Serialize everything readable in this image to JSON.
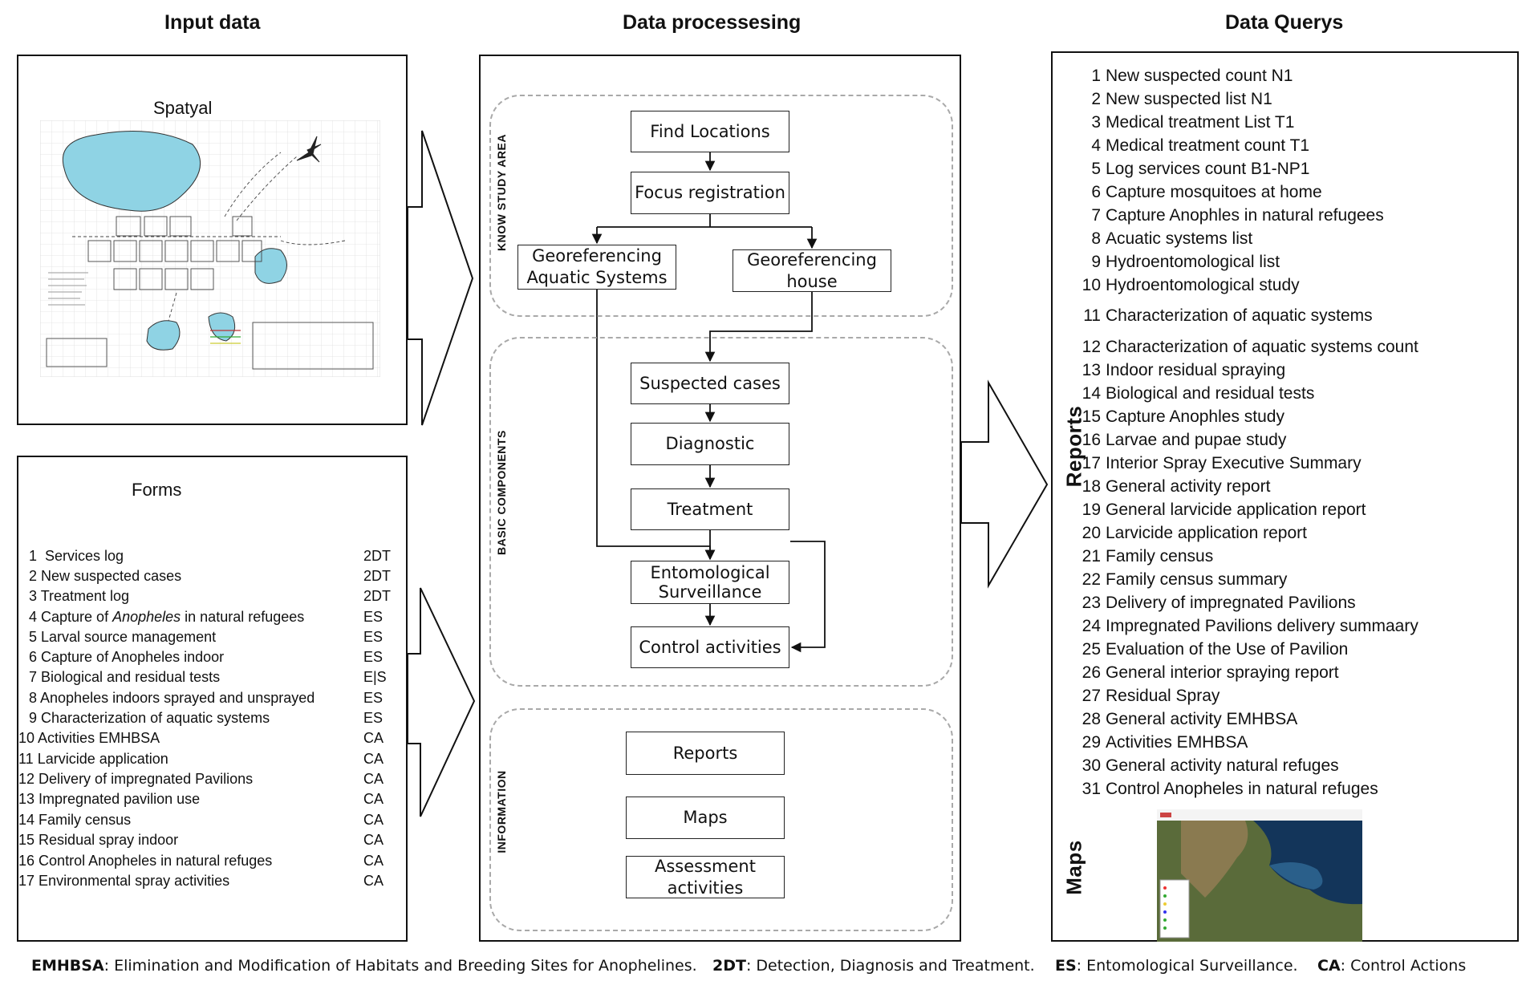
{
  "headers": {
    "input": "Input data",
    "processing": "Data processesing",
    "queries": "Data Querys"
  },
  "spatial": {
    "title": "Spatyal"
  },
  "forms": {
    "title": "Forms",
    "items": [
      {
        "num": "1",
        "label": "Services log",
        "code": "2DT"
      },
      {
        "num": "2",
        "label": "New suspected cases",
        "code": "2DT"
      },
      {
        "num": "3",
        "label": "Treatment log",
        "code": "2DT"
      },
      {
        "num": "4",
        "label_pre": "Capture of ",
        "label_em": "Anopheles",
        "label_post": " in natural refugees",
        "code": "ES"
      },
      {
        "num": "5",
        "label": "Larval source management",
        "code": "ES"
      },
      {
        "num": "6",
        "label": "Capture of Anopheles indoor",
        "code": "ES"
      },
      {
        "num": "7",
        "label": "Biological and residual tests",
        "code": "E|S"
      },
      {
        "num": "8",
        "label": "Anopheles indoors sprayed and unsprayed",
        "code": "ES"
      },
      {
        "num": "9",
        "label": "Characterization of aquatic systems",
        "code": "ES"
      },
      {
        "num": "10",
        "label": "Activities EMHBSA",
        "code": "CA"
      },
      {
        "num": "11",
        "label": "Larvicide application",
        "code": "CA"
      },
      {
        "num": "12",
        "label": "Delivery of impregnated Pavilions",
        "code": "CA"
      },
      {
        "num": "13",
        "label": "Impregnated pavilion use",
        "code": "CA"
      },
      {
        "num": "14",
        "label": "Family census",
        "code": "CA"
      },
      {
        "num": "15",
        "label": "Residual spray indoor",
        "code": "CA"
      },
      {
        "num": "16",
        "label": "Control Anopheles in natural refuges",
        "code": "CA"
      },
      {
        "num": "17",
        "label": "Environmental spray activities",
        "code": "CA"
      }
    ]
  },
  "processing": {
    "sections": {
      "know": "KNOW STUDY AREA",
      "basic": "BASIC COMPONENTS",
      "info": "INFORMATION"
    },
    "boxes": {
      "find": "Find Locations",
      "focus": "Focus registration",
      "geo_aq": "Georeferencing Aquatic Systems",
      "geo_house": "Georeferencing house",
      "suspected": "Suspected cases",
      "diagnostic": "Diagnostic",
      "treatment": "Treatment",
      "ento": "Entomological Surveillance",
      "control": "Control activities",
      "reports": "Reports",
      "maps": "Maps",
      "assessment": "Assessment activities"
    }
  },
  "queries": {
    "reports_label": "Reports",
    "maps_label": "Maps",
    "items": [
      {
        "num": "1",
        "label": "New suspected count N1"
      },
      {
        "num": "2",
        "label": "New suspected list N1"
      },
      {
        "num": "3",
        "label": "Medical treatment List T1"
      },
      {
        "num": "4",
        "label": "Medical treatment count T1"
      },
      {
        "num": "5",
        "label": "Log services count B1-NP1"
      },
      {
        "num": "6",
        "label": "Capture mosquitoes at home"
      },
      {
        "num": "7",
        "label": "Capture Anophles in natural refugees"
      },
      {
        "num": "8",
        "label": "Acuatic systems list"
      },
      {
        "num": "9",
        "label": "Hydroentomological list"
      },
      {
        "num": "10",
        "label": "Hydroentomological study"
      },
      {
        "num": "11",
        "label": "Characterization of aquatic systems"
      },
      {
        "num": "12",
        "label": "Characterization of aquatic systems count"
      },
      {
        "num": "13",
        "label": "Indoor residual spraying"
      },
      {
        "num": "14",
        "label": "Biological and residual tests"
      },
      {
        "num": "15",
        "label": "Capture Anophles study"
      },
      {
        "num": "16",
        "label": "Larvae and pupae study"
      },
      {
        "num": "17",
        "label": "Interior Spray Executive Summary"
      },
      {
        "num": "18",
        "label": "General activity report"
      },
      {
        "num": "19",
        "label": "General larvicide application report"
      },
      {
        "num": "20",
        "label": "Larvicide application report"
      },
      {
        "num": "21",
        "label": "Family census"
      },
      {
        "num": "22",
        "label": "Family census summary"
      },
      {
        "num": "23",
        "label": "Delivery of impregnated Pavilions"
      },
      {
        "num": "24",
        "label": "Impregnated Pavilions delivery summaary"
      },
      {
        "num": "25",
        "label": "Evaluation of the Use of Pavilion"
      },
      {
        "num": "26",
        "label": "General interior spraying report"
      },
      {
        "num": "27",
        "label": "Residual Spray"
      },
      {
        "num": "28",
        "label": "General activity  EMHBSA"
      },
      {
        "num": "29",
        "label": "Activities EMHBSA"
      },
      {
        "num": "30",
        "label": "General activity  natural refuges"
      },
      {
        "num": "31",
        "label": "Control Anopheles in natural refuges"
      }
    ]
  },
  "legend": [
    {
      "abbr": "EMHBSA",
      "text": ": Elimination and Modification of Habitats and Breeding Sites for Anophelines."
    },
    {
      "abbr": "2DT",
      "text": ": Detection, Diagnosis and Treatment."
    },
    {
      "abbr": "ES",
      "text": ": Entomological Surveillance."
    },
    {
      "abbr": "CA",
      "text": ": Control Actions"
    }
  ]
}
